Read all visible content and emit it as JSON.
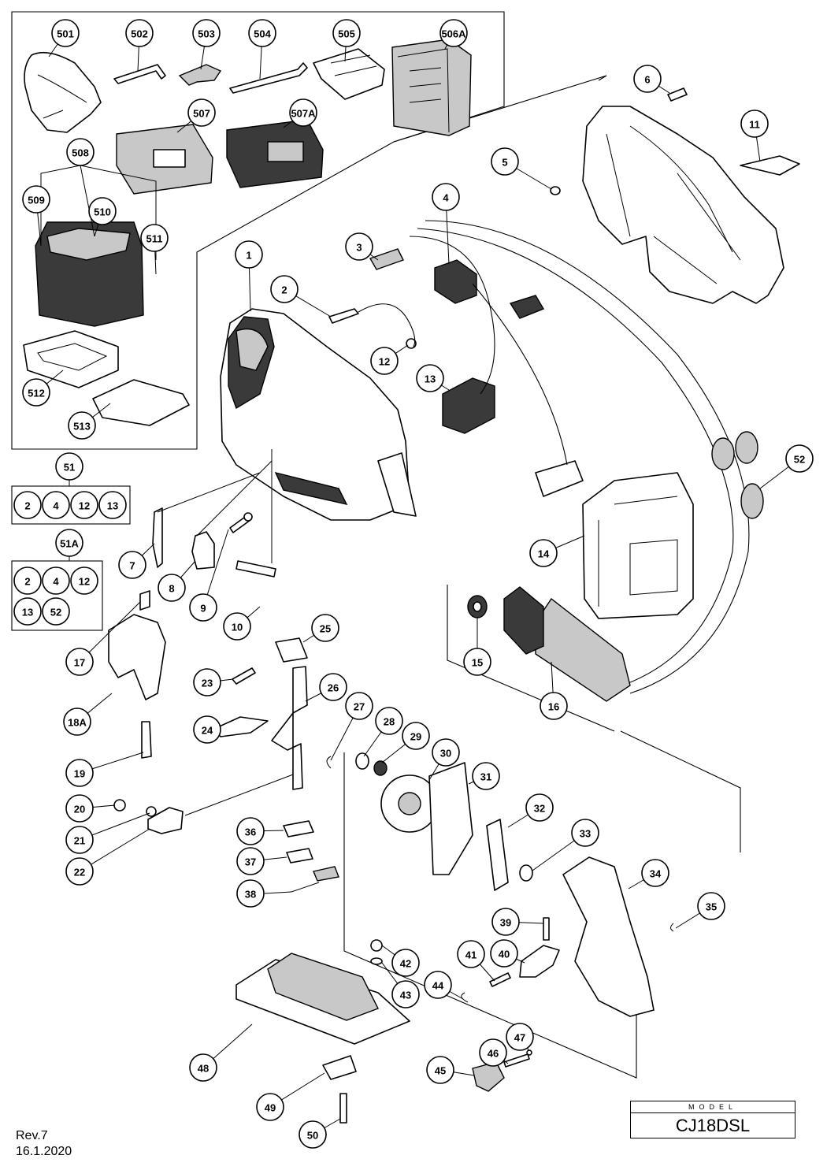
{
  "model": {
    "caption": "MODEL",
    "name": "CJ18DSL"
  },
  "revision": {
    "label": "Rev.7",
    "date": "16.1.2020"
  },
  "callouts": [
    "501",
    "502",
    "503",
    "504",
    "505",
    "506A",
    "507",
    "507A",
    "508",
    "509",
    "510",
    "511",
    "512",
    "513",
    "1",
    "2",
    "3",
    "4",
    "5",
    "6",
    "7",
    "8",
    "9",
    "10",
    "11",
    "12",
    "13",
    "14",
    "15",
    "16",
    "17",
    "18A",
    "19",
    "20",
    "21",
    "22",
    "23",
    "24",
    "25",
    "26",
    "27",
    "28",
    "29",
    "30",
    "31",
    "32",
    "33",
    "34",
    "35",
    "36",
    "37",
    "38",
    "39",
    "40",
    "41",
    "42",
    "43",
    "44",
    "45",
    "46",
    "47",
    "48",
    "49",
    "50",
    "51",
    "51A",
    "52"
  ],
  "kits": [
    {
      "id": "51",
      "parts": [
        "2",
        "4",
        "12",
        "13"
      ]
    },
    {
      "id": "51A",
      "parts": [
        "2",
        "4",
        "12",
        "13",
        "52"
      ]
    }
  ]
}
